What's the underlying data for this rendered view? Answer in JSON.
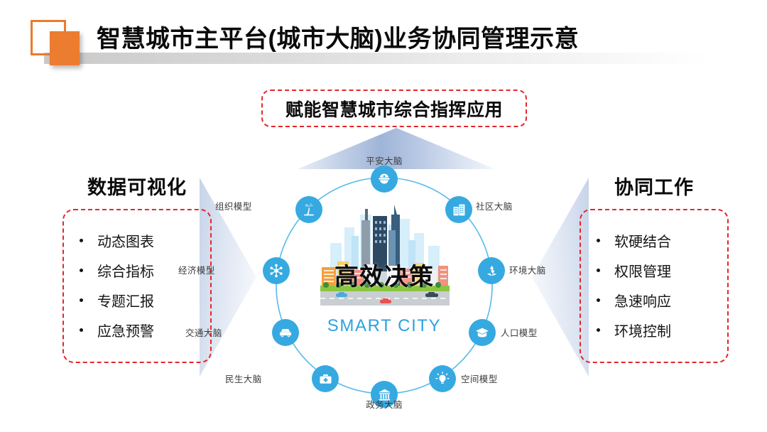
{
  "header": {
    "title": "智慧城市主平台(城市大脑)业务协同管理示意",
    "logo_outline_color": "#ea7b2d",
    "logo_fill_color": "#ec7c30"
  },
  "top_callout": {
    "label": "赋能智慧城市综合指挥应用",
    "border_color": "#e3282b"
  },
  "arrows": {
    "up": "arrow-up-icon",
    "left": "arrow-right-pointing-icon",
    "right": "arrow-left-pointing-icon",
    "color": "#b7c7e3"
  },
  "left_panel": {
    "title": "数据可视化",
    "items": [
      {
        "label": "动态图表"
      },
      {
        "label": "综合指标"
      },
      {
        "label": "专题汇报"
      },
      {
        "label": "应急预警"
      }
    ]
  },
  "right_panel": {
    "title": "协同工作",
    "items": [
      {
        "label": "软硬结合"
      },
      {
        "label": "权限管理"
      },
      {
        "label": "急速响应"
      },
      {
        "label": "环境控制"
      }
    ]
  },
  "center": {
    "heading": "高效决策",
    "subheading": "SMART CITY",
    "heading_color": "#0b0b0b",
    "subheading_color": "#2ba3dd",
    "illustration": "smart-city-skyline-illustration"
  },
  "ring": {
    "ring_color": "#56bbe8",
    "node_color": "#36a9e1",
    "nodes": [
      {
        "label": "平安大脑",
        "icon": "police-cap-icon",
        "angle": 270
      },
      {
        "label": "社区大脑",
        "icon": "buildings-icon",
        "angle": 315
      },
      {
        "label": "环境大脑",
        "icon": "recycle-icon",
        "angle": 352
      },
      {
        "label": "人口模型",
        "icon": "graduation-cap-icon",
        "angle": 28
      },
      {
        "label": "空间模型",
        "icon": "lightbulb-icon",
        "angle": 62
      },
      {
        "label": "政务大脑",
        "icon": "government-bank-icon",
        "angle": 90
      },
      {
        "label": "民生大脑",
        "icon": "medical-kit-icon",
        "angle": 118
      },
      {
        "label": "交通大脑",
        "icon": "car-icon",
        "angle": 152
      },
      {
        "label": "经济模型",
        "icon": "network-nodes-icon",
        "angle": 188
      },
      {
        "label": "组织模型",
        "icon": "park-tree-icon",
        "angle": 225
      }
    ]
  }
}
